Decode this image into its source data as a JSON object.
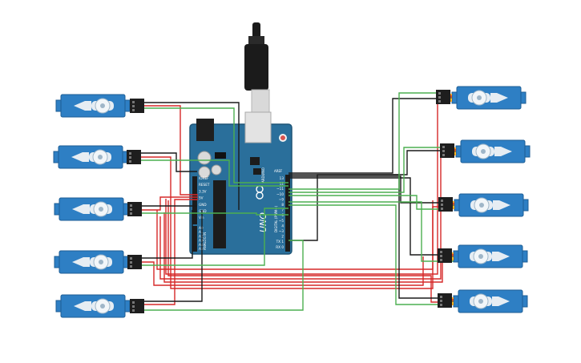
{
  "circuit": {
    "board": {
      "brand": "ARDUINO",
      "model": "UNO",
      "aref_label": "AREF",
      "digital_label": "DIGITAL (PWM~)",
      "analog_label": "ANALOG IN",
      "power_labels": [
        "IOREF",
        "RESET",
        "3.3V",
        "5V",
        "GND",
        "GND",
        "Vin"
      ],
      "analog_pins": [
        "A0",
        "A1",
        "A2",
        "A3",
        "A4",
        "A5"
      ],
      "digital_pins": [
        "13",
        "12",
        "~11",
        "~10",
        "~9",
        "8",
        "7",
        "~6",
        "~5",
        "4",
        "~3",
        "2",
        "TX 1",
        "RX 0"
      ]
    },
    "servo_count": 10,
    "colors": {
      "servo_body": "#2E7FC4",
      "servo_horn": "#E6EDF3",
      "board": "#2A6F9B",
      "wire_red": "#D62828",
      "wire_green": "#4CAF50",
      "wire_black": "#1A1A1A",
      "connector": "#1E1E1E",
      "usb": "#1B1B1B"
    }
  }
}
